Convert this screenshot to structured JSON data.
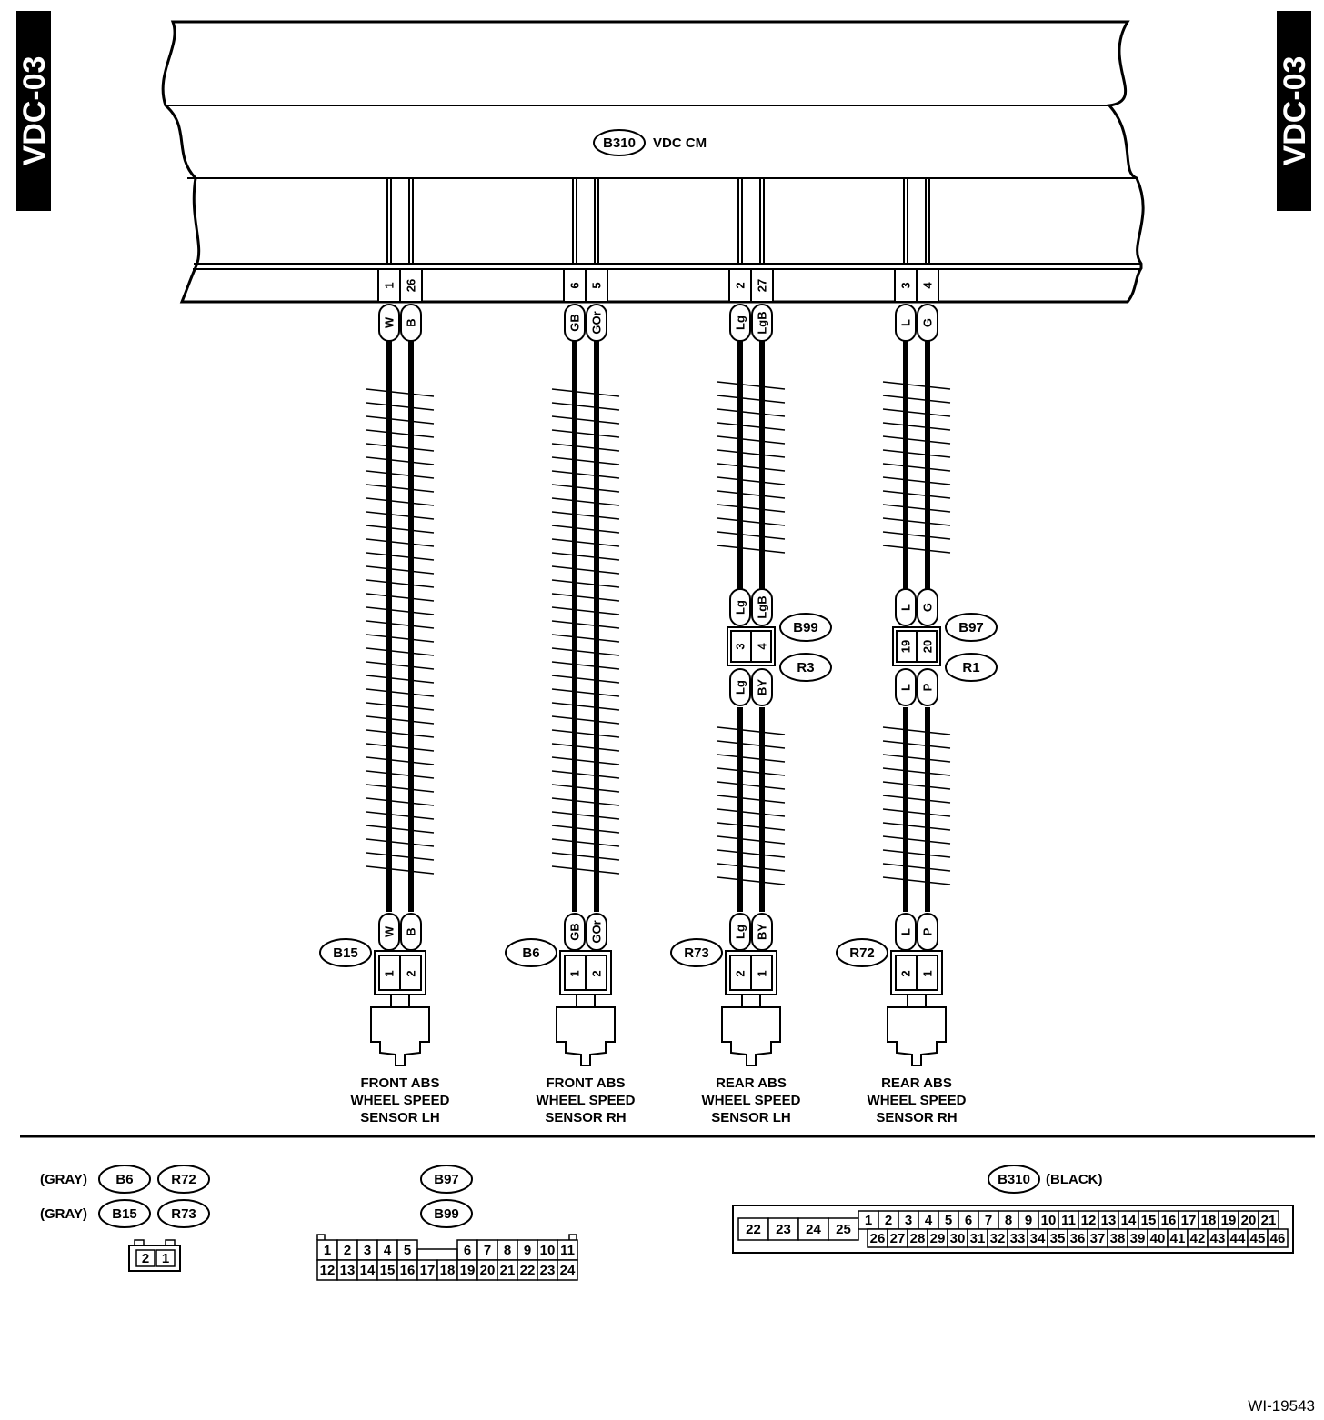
{
  "side_tabs": {
    "left": "VDC-03",
    "right": "VDC-03"
  },
  "module": {
    "connector": "B310",
    "name": "VDC CM"
  },
  "circuits": [
    {
      "pins": [
        "1",
        "26"
      ],
      "wires_top": [
        "W",
        "B"
      ],
      "splice": null,
      "end_connector": "B15",
      "end_wires": [
        "W",
        "B"
      ],
      "end_pins": [
        "1",
        "2"
      ],
      "caption": [
        "FRONT ABS",
        "WHEEL SPEED",
        "SENSOR LH"
      ]
    },
    {
      "pins": [
        "6",
        "5"
      ],
      "wires_top": [
        "GB",
        "GOr"
      ],
      "splice": null,
      "end_connector": "B6",
      "end_wires": [
        "GB",
        "GOr"
      ],
      "end_pins": [
        "1",
        "2"
      ],
      "caption": [
        "FRONT ABS",
        "WHEEL SPEED",
        "SENSOR RH"
      ]
    },
    {
      "pins": [
        "2",
        "27"
      ],
      "wires_top": [
        "Lg",
        "LgB"
      ],
      "splice": {
        "top_wires": [
          "Lg",
          "LgB"
        ],
        "pins": [
          "3",
          "4"
        ],
        "bottom_wires": [
          "Lg",
          "BY"
        ],
        "id_top": "B99",
        "id_bottom": "R3"
      },
      "end_connector": "R73",
      "end_wires": [
        "Lg",
        "BY"
      ],
      "end_pins": [
        "2",
        "1"
      ],
      "caption": [
        "REAR ABS",
        "WHEEL SPEED",
        "SENSOR LH"
      ]
    },
    {
      "pins": [
        "3",
        "4"
      ],
      "wires_top": [
        "L",
        "G"
      ],
      "splice": {
        "top_wires": [
          "L",
          "G"
        ],
        "pins": [
          "19",
          "20"
        ],
        "bottom_wires": [
          "L",
          "P"
        ],
        "id_top": "B97",
        "id_bottom": "R1"
      },
      "end_connector": "R72",
      "end_wires": [
        "L",
        "P"
      ],
      "end_pins": [
        "2",
        "1"
      ],
      "caption": [
        "REAR ABS",
        "WHEEL SPEED",
        "SENSOR RH"
      ]
    }
  ],
  "legend": {
    "two_pin": {
      "rows": [
        {
          "color": "(GRAY)",
          "ids": [
            "B6",
            "R72"
          ]
        },
        {
          "color": "(GRAY)",
          "ids": [
            "B15",
            "R73"
          ]
        }
      ],
      "pins": [
        "2",
        "1"
      ]
    },
    "b97": {
      "ids": [
        "B97",
        "B99"
      ],
      "row1": [
        "1",
        "2",
        "3",
        "4",
        "5",
        "6",
        "7",
        "8",
        "9",
        "10",
        "11"
      ],
      "row2": [
        "12",
        "13",
        "14",
        "15",
        "16",
        "17",
        "18",
        "19",
        "20",
        "21",
        "22",
        "23",
        "24"
      ]
    },
    "b310": {
      "id": "B310",
      "color": "(BLACK)",
      "big": [
        "22",
        "23",
        "24",
        "25"
      ],
      "row1": [
        "1",
        "2",
        "3",
        "4",
        "5",
        "6",
        "7",
        "8",
        "9",
        "10",
        "11",
        "12",
        "13",
        "14",
        "15",
        "16",
        "17",
        "18",
        "19",
        "20",
        "21"
      ],
      "row2": [
        "26",
        "27",
        "28",
        "29",
        "30",
        "31",
        "32",
        "33",
        "34",
        "35",
        "36",
        "37",
        "38",
        "39",
        "40",
        "41",
        "42",
        "43",
        "44",
        "45",
        "46"
      ]
    }
  },
  "figure_id": "WI-19543"
}
